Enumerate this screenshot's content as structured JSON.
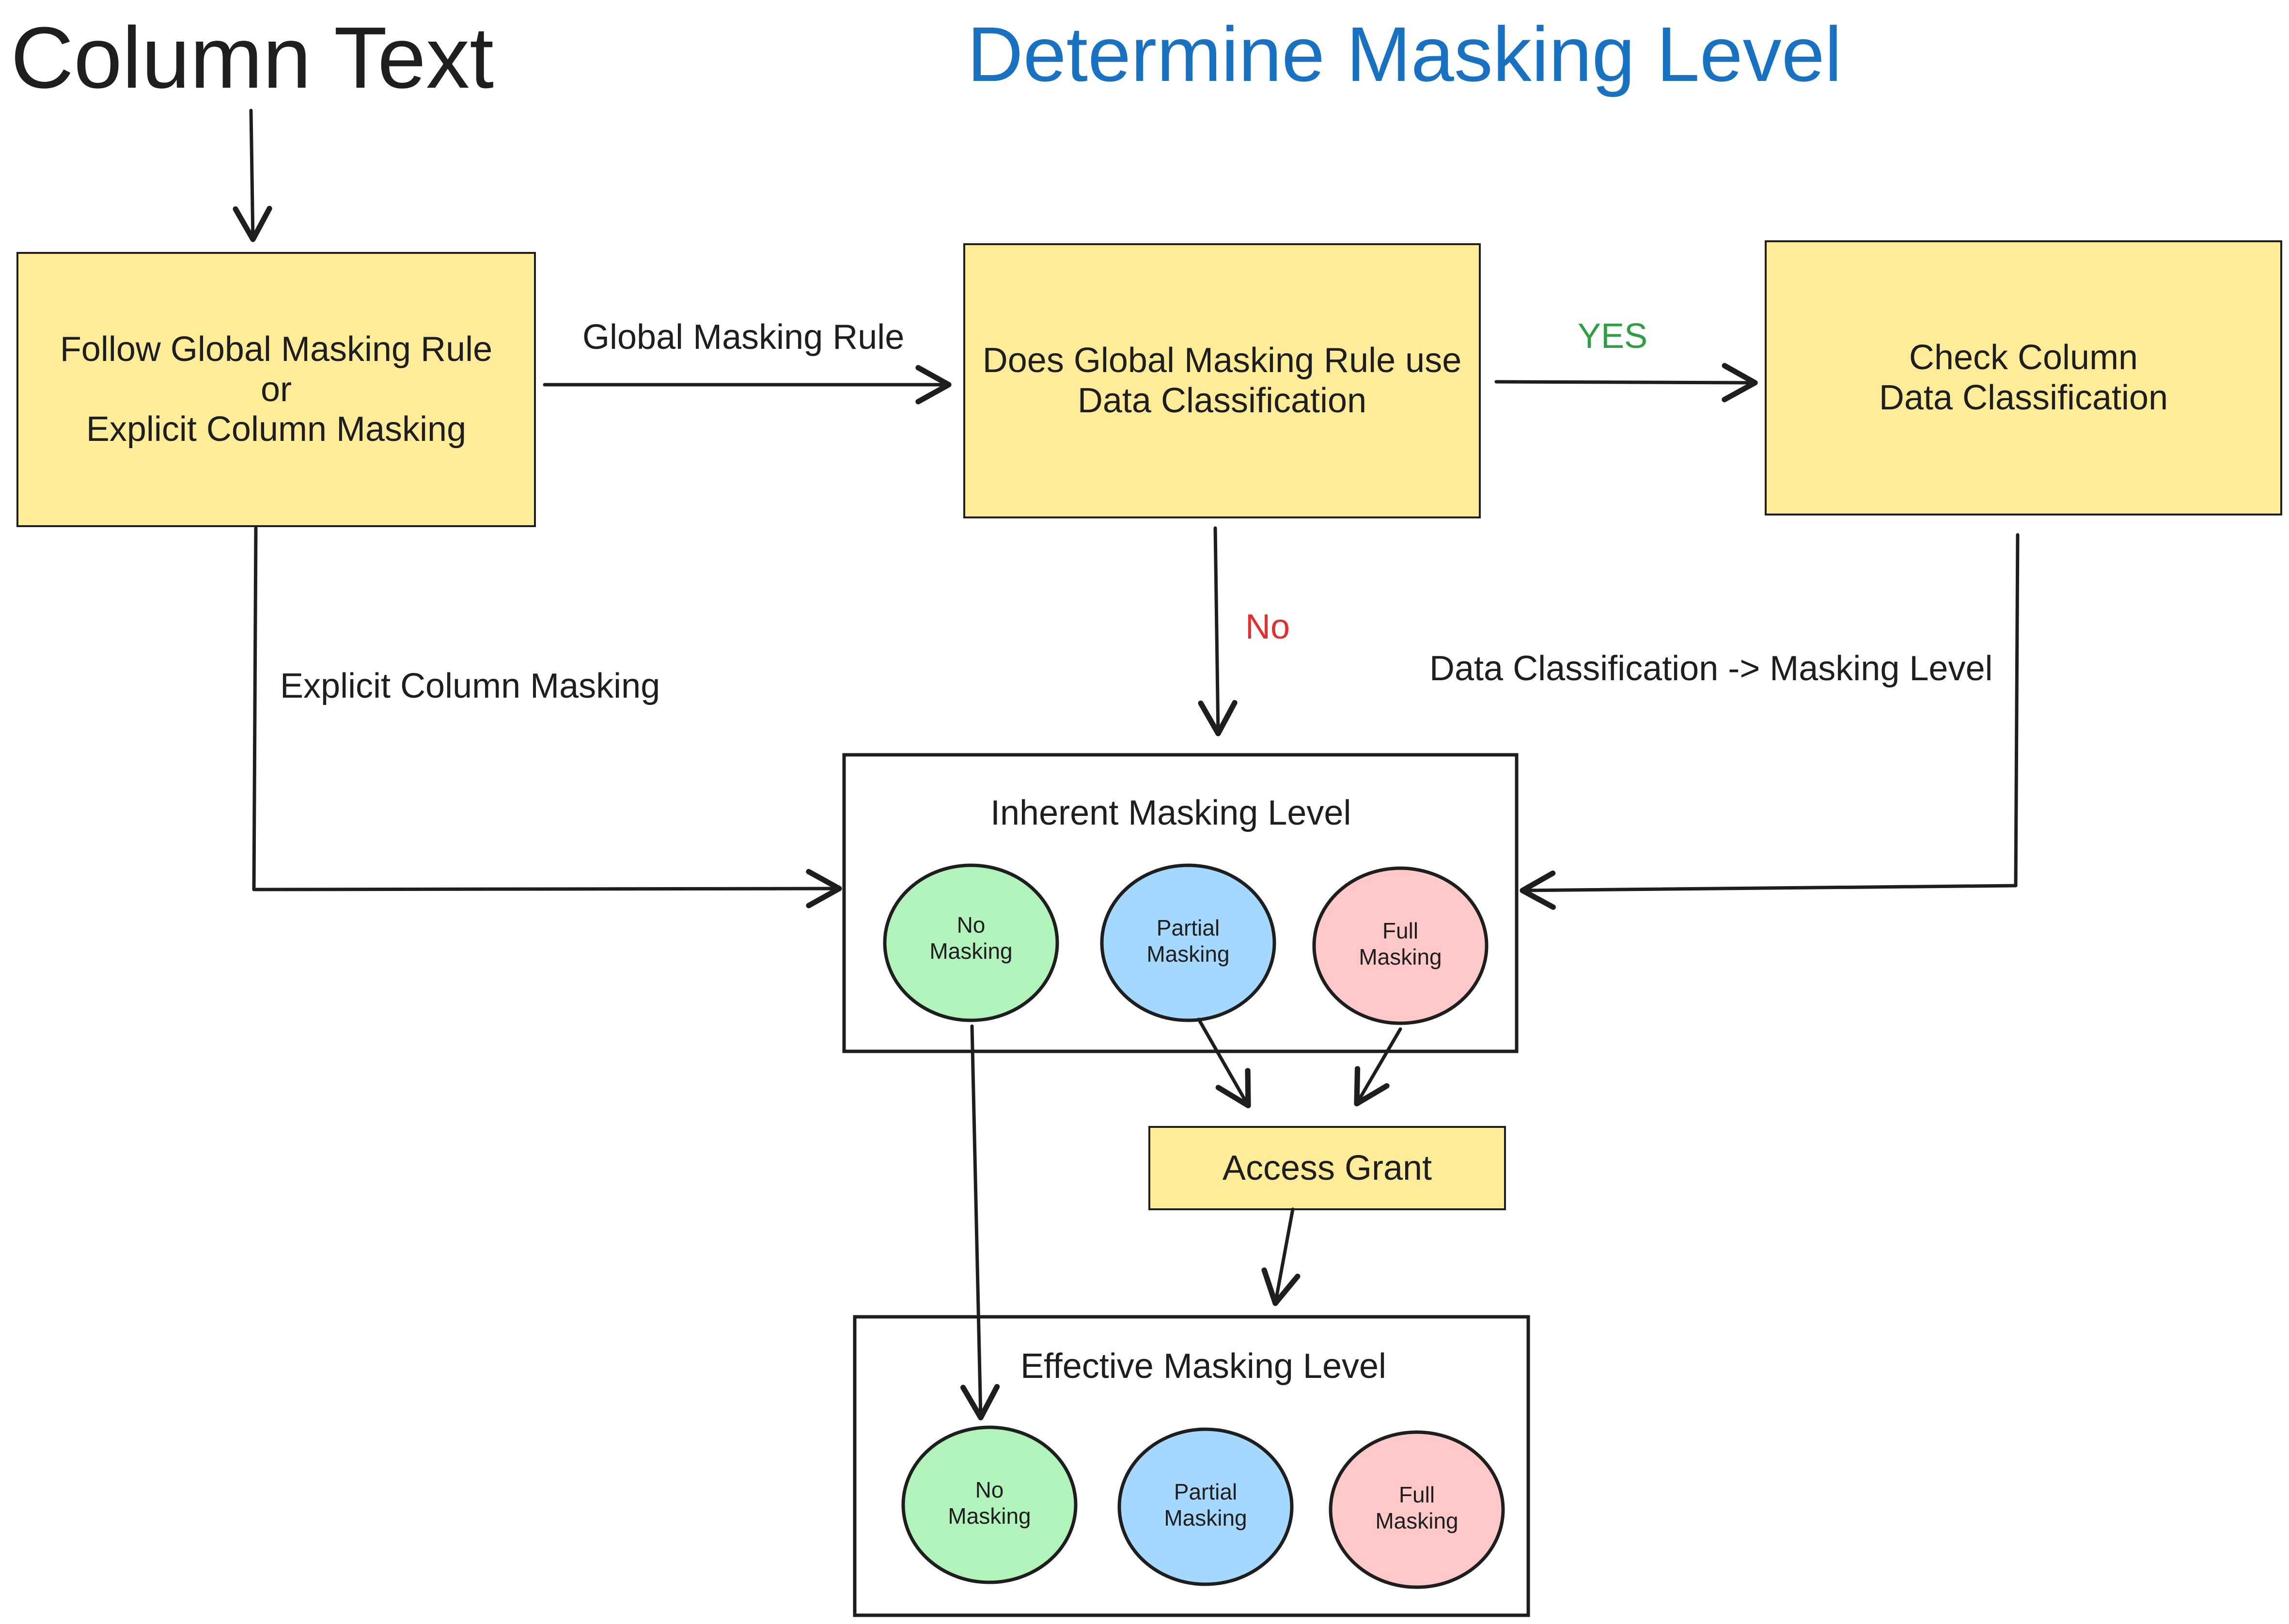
{
  "header": {
    "title_left": "Column Text",
    "title_right": "Determine Masking Level"
  },
  "nodes": {
    "follow_rule": "Follow Global Masking Rule\nor\nExplicit Column Masking",
    "does_rule_use": "Does Global Masking Rule use\nData Classification",
    "check_column": "Check Column\nData Classification",
    "access_grant": "Access Grant"
  },
  "edges": {
    "global_rule": "Global Masking Rule",
    "yes": "YES",
    "no": "No",
    "explicit": "Explicit Column Masking",
    "classification_to_level": "Data Classification -> Masking Level"
  },
  "frames": {
    "inherent": {
      "title": "Inherent Masking Level",
      "levels": [
        "No\nMasking",
        "Partial\nMasking",
        "Full\nMasking"
      ]
    },
    "effective": {
      "title": "Effective Masking Level",
      "levels": [
        "No\nMasking",
        "Partial\nMasking",
        "Full\nMasking"
      ]
    }
  },
  "colors": {
    "box_fill": "#ffec99",
    "box_stroke": "#1e1e1e",
    "no_masking": "#b2f2bb",
    "partial_masking": "#a5d8ff",
    "full_masking": "#ffc9c9",
    "yes_label": "#2f9e44",
    "no_label": "#e03131",
    "title_right": "#1971c2"
  }
}
